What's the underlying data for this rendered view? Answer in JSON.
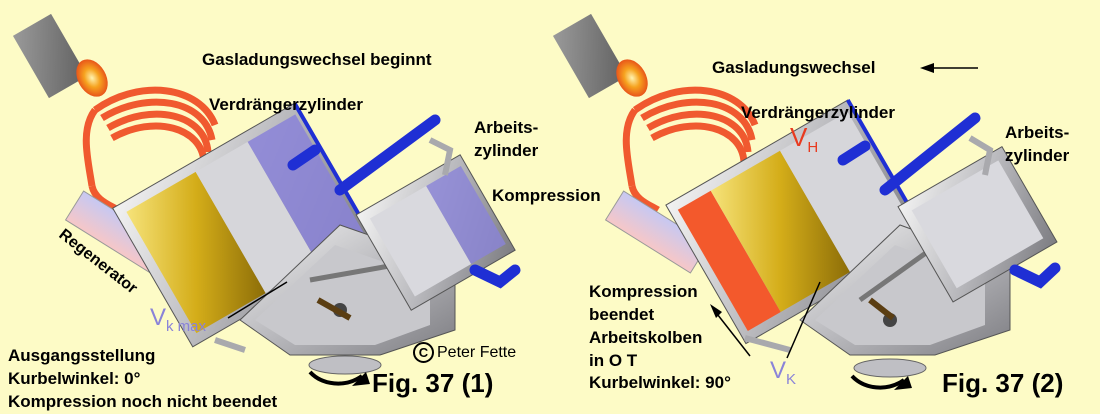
{
  "panel1": {
    "title": "Gasladungswechsel  beginnt",
    "displacer_label": "Verdrängerzylinder",
    "work_cyl_label_1": "Arbeits-",
    "work_cyl_label_2": "zylinder",
    "compression_label": "Kompression",
    "regenerator_label": "Regenerator",
    "vk_label": "V",
    "vk_sub": "k max",
    "copyright_symbol": "C",
    "copyright_text": "Peter Fette",
    "status_1": "Ausgangsstellung",
    "status_2": "Kurbelwinkel: 0°",
    "status_3": "Kompression noch nicht beendet",
    "fig_label": "Fig. 37 (1)"
  },
  "panel2": {
    "title": "Gasladungswechsel",
    "displacer_label": "Verdrängerzylinder",
    "vh_label": "V",
    "vh_sub": "H",
    "work_cyl_label_1": "Arbeits-",
    "work_cyl_label_2": "zylinder",
    "vk_label": "V",
    "vk_sub": "K",
    "status_1": "Kompression",
    "status_2": "beendet",
    "status_3": "Arbeitskolben",
    "status_4": "in O T",
    "status_5": "Kurbelwinkel: 90°",
    "fig_label": "Fig. 37 (2)"
  },
  "colors": {
    "background": "#fdfbc6",
    "heater_coil": "#f0592f",
    "cold_pipe": "#1f2fd4",
    "displacer_piston": "#d9b624",
    "hot_volume": "#f3592c",
    "cold_volume": "#8a83d8",
    "regenerator": "#f3f0f8"
  }
}
